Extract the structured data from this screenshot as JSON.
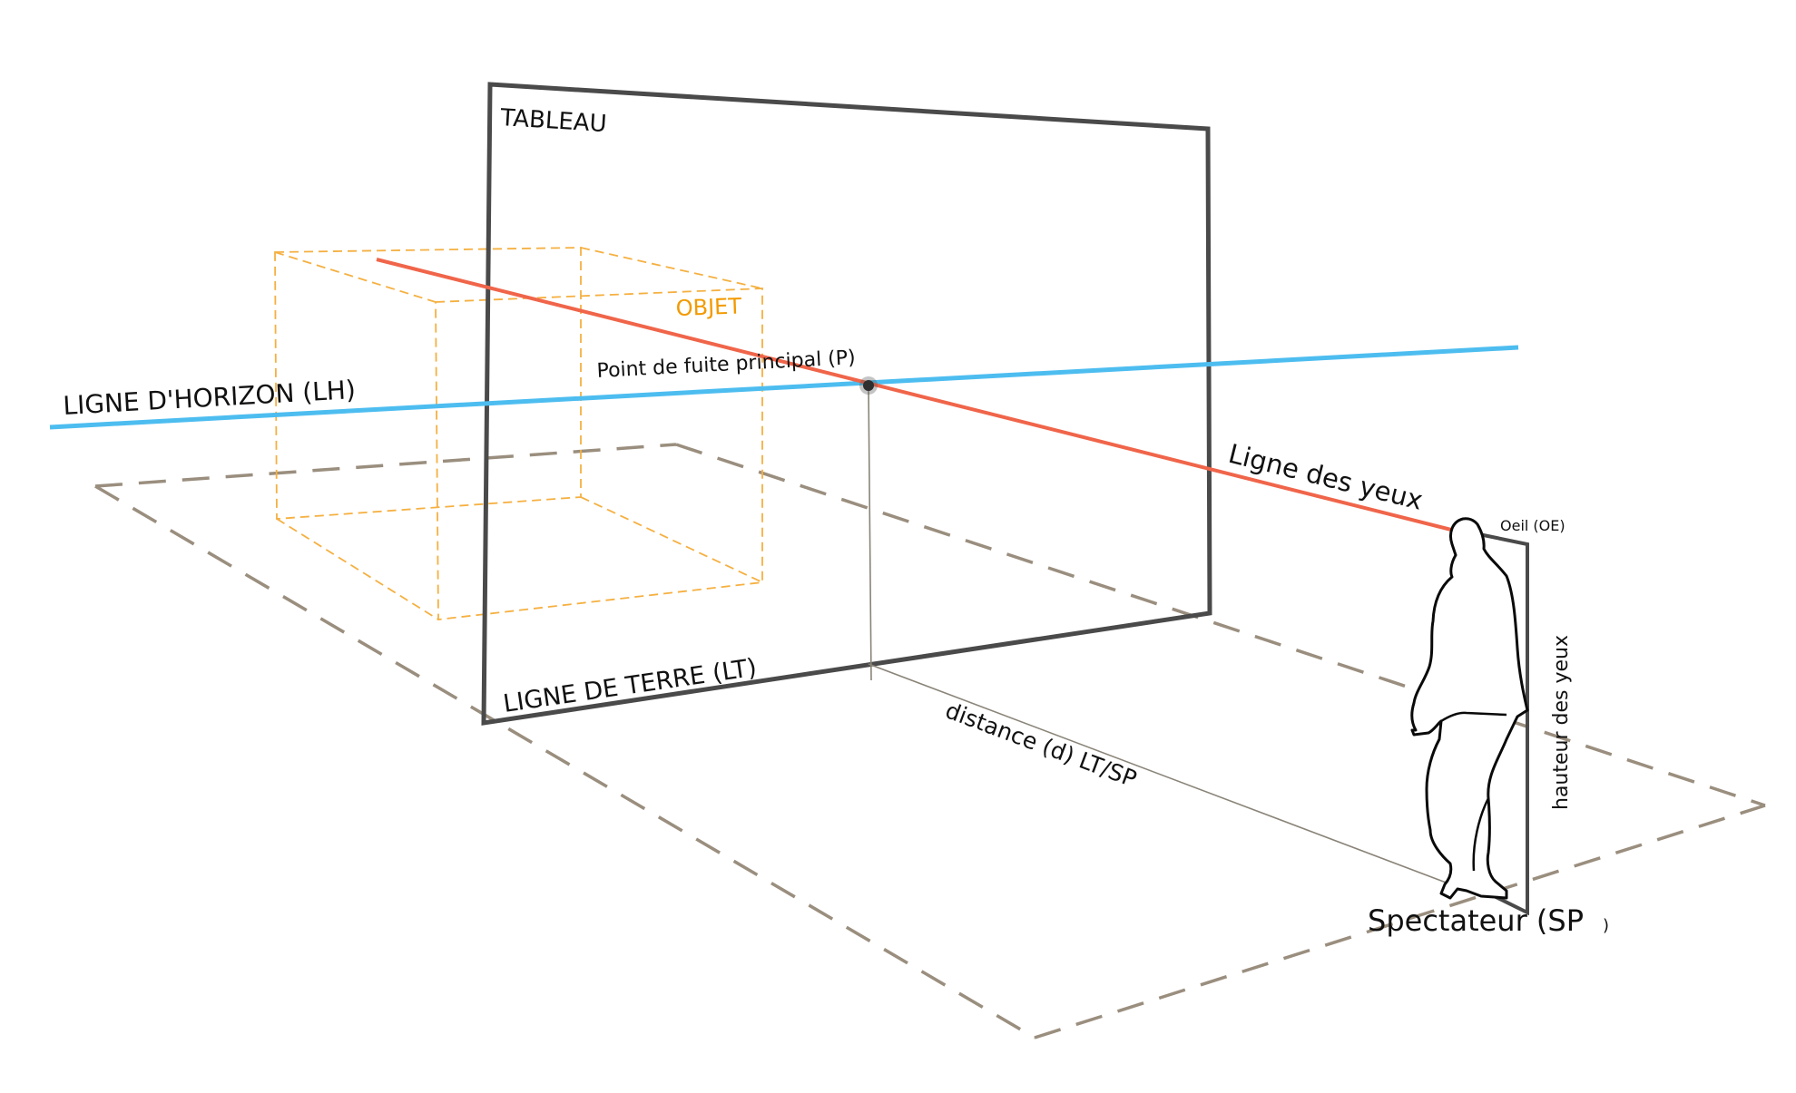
{
  "labels": {
    "tableau": "TABLEAU",
    "objet": "OBJET",
    "vanishing_point": "Point de  fuite principal (P)",
    "horizon_line": "LIGNE D'HORIZON (LH)",
    "ground_line": "LIGNE DE TERRE (LT)",
    "eye_line": "Ligne des yeux",
    "eye": "Oeil (OE)",
    "eye_height": "hauteur des yeux",
    "distance": "distance (d) LT/SP",
    "spectator": "Spectateur (SP",
    "spectator_close": ")"
  },
  "colors": {
    "horizon": "#4dbdf0",
    "eye_line": "#f0654a",
    "object": "#f5b041",
    "object_label": "#f29a00",
    "frame": "#4a4a4a",
    "ground": "#9a8e7e",
    "construction": "#8a8478"
  },
  "icons": {
    "spectator": "person-silhouette-icon",
    "vanishing_point": "dot-icon"
  }
}
